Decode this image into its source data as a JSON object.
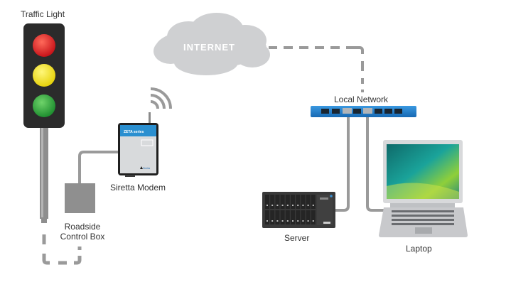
{
  "labels": {
    "traffic_light": "Traffic Light",
    "internet": "INTERNET",
    "local_network": "Local Network",
    "modem": "Siretta Modem",
    "control_box_line1": "Roadside",
    "control_box_line2": "Control Box",
    "server": "Server",
    "laptop": "Laptop"
  },
  "colors": {
    "red_light": "#e3201f",
    "yellow_light": "#f2e41c",
    "green_light": "#2aa53a",
    "switch_blue": "#1f7fcf",
    "cable_gray": "#9a9a9a",
    "cloud_gray": "#cfd0d2"
  },
  "connections": [
    {
      "from": "traffic_light",
      "to": "roadside_control_box",
      "style": "dashed"
    },
    {
      "from": "roadside_control_box",
      "to": "siretta_modem",
      "style": "solid"
    },
    {
      "from": "siretta_modem",
      "to": "internet",
      "style": "wireless"
    },
    {
      "from": "internet",
      "to": "local_network",
      "style": "dashed"
    },
    {
      "from": "local_network",
      "to": "server",
      "style": "solid"
    },
    {
      "from": "local_network",
      "to": "laptop",
      "style": "solid"
    }
  ],
  "modem_device": {
    "series_text": "ZETA series",
    "brand_text": "Siretta"
  }
}
